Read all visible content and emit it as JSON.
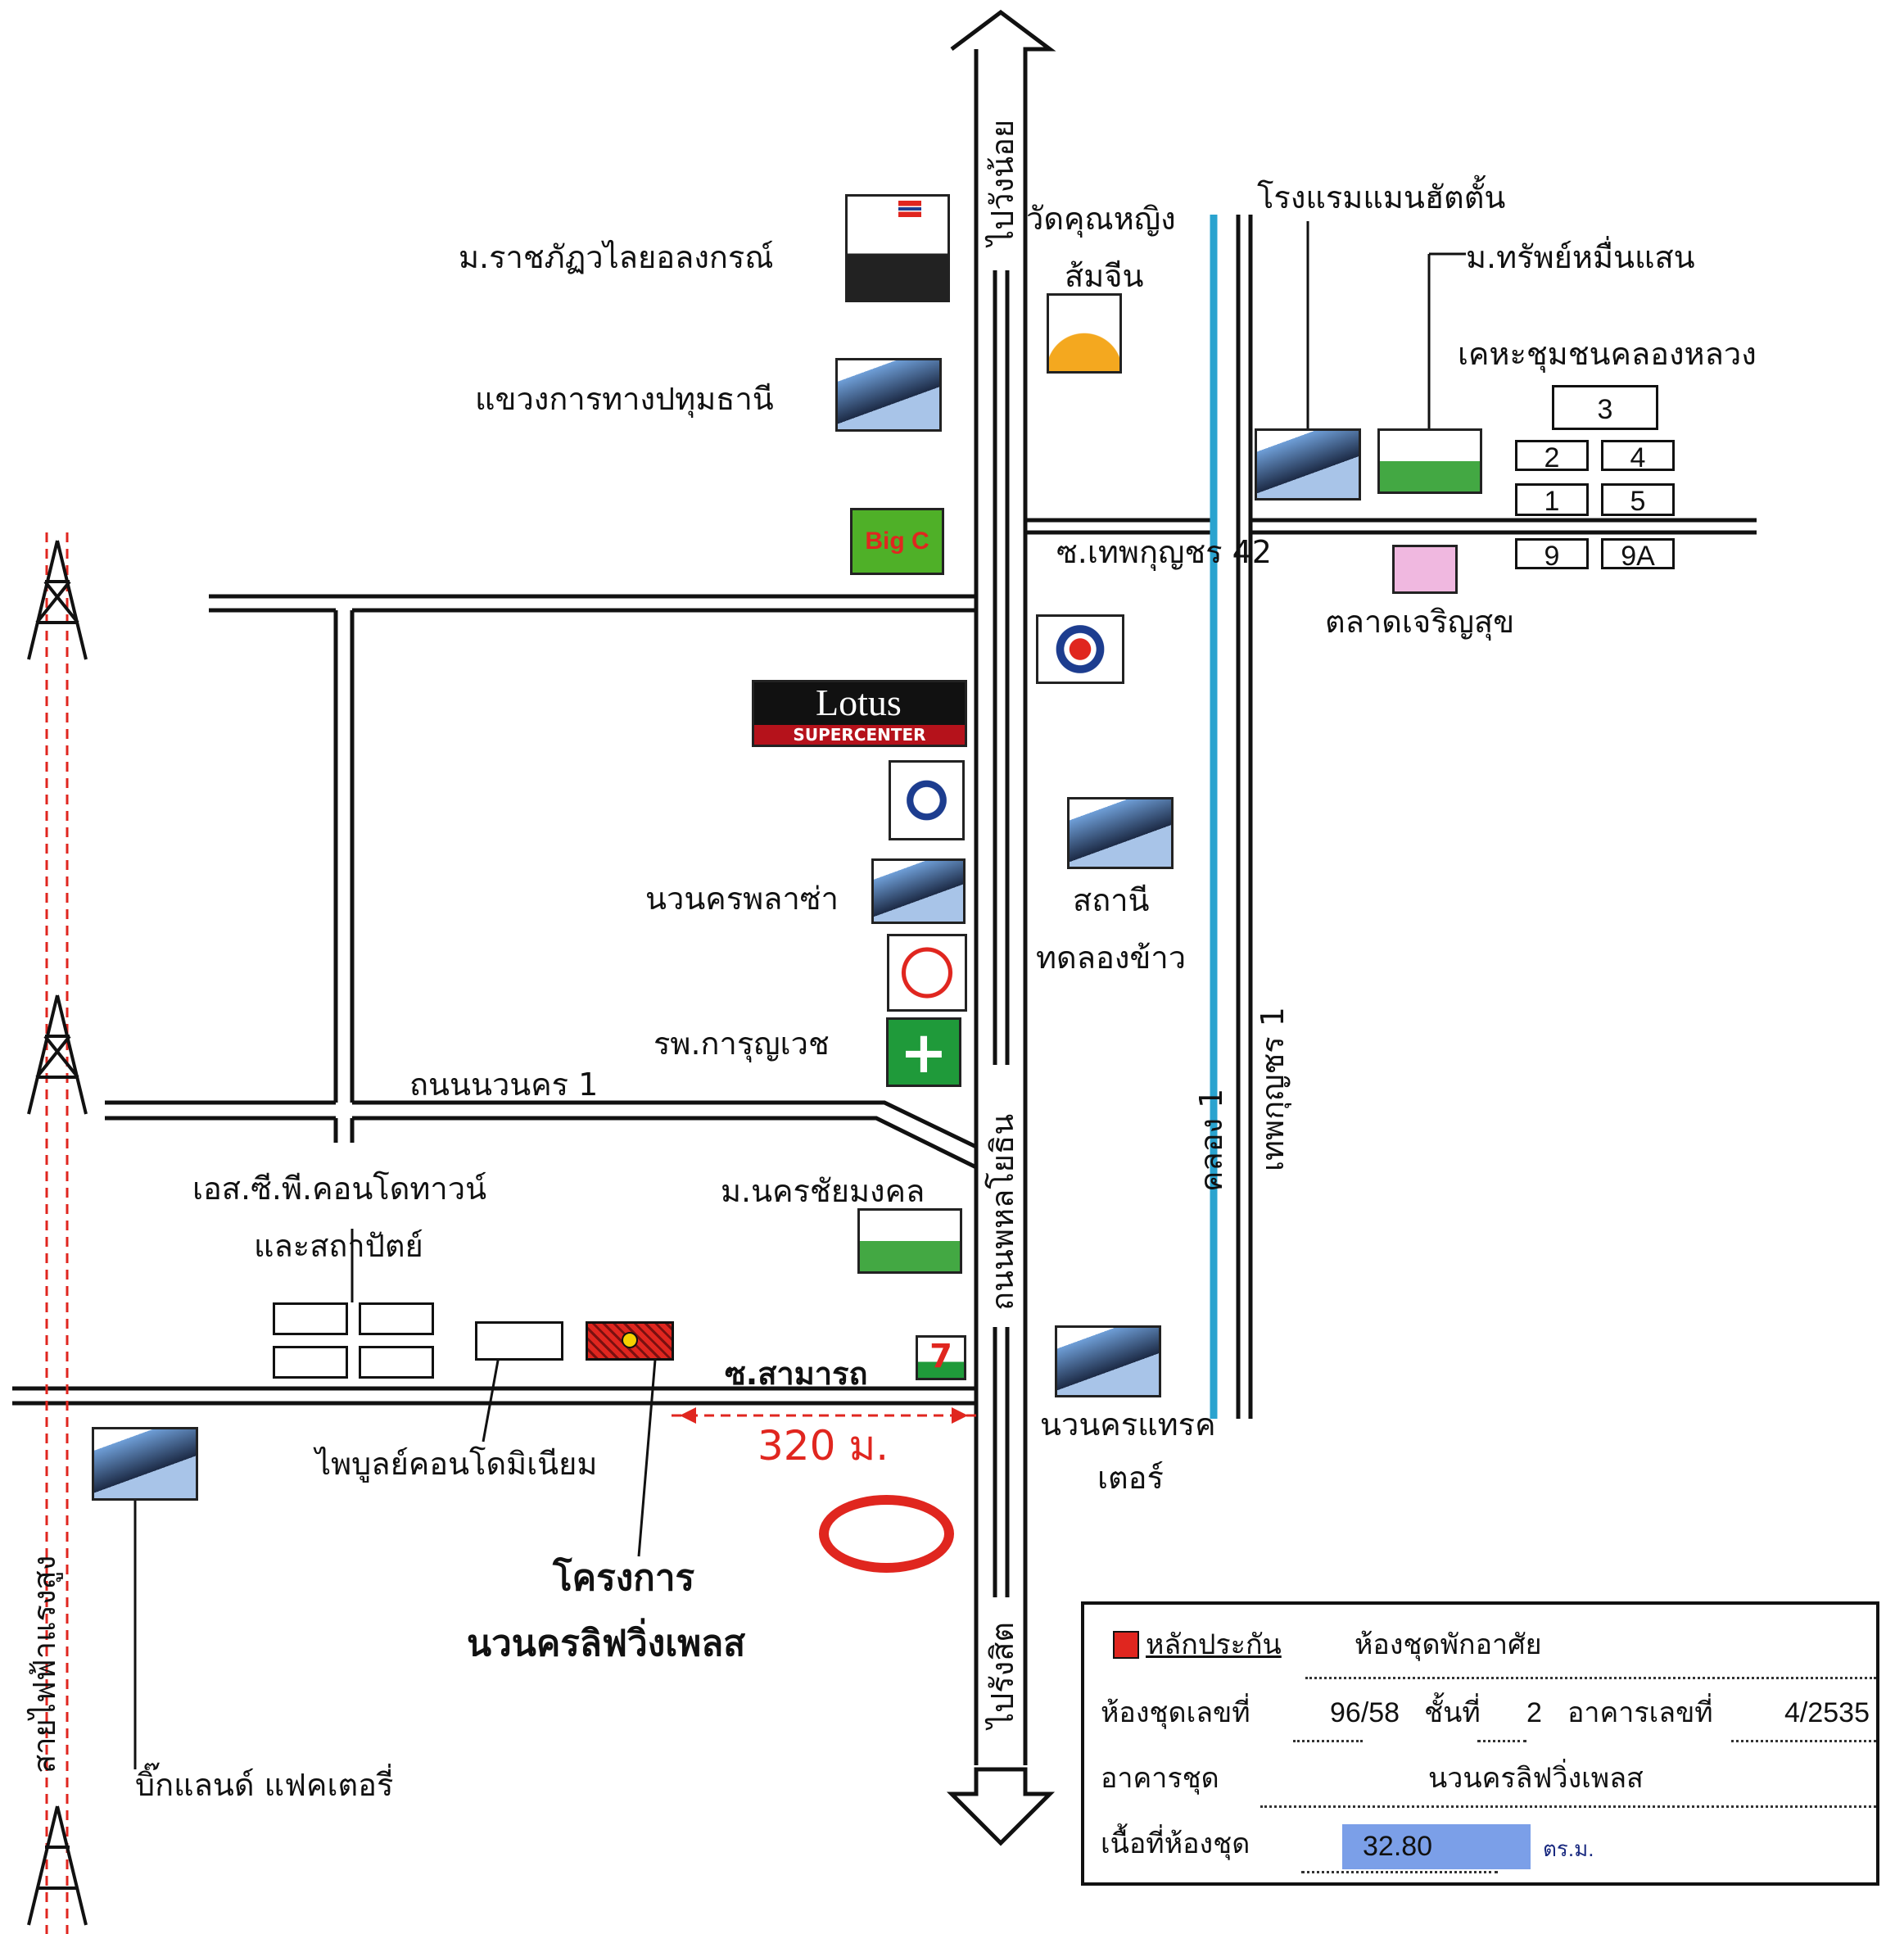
{
  "roads": {
    "main_road": "ถนนพหลโยธิน",
    "to_wangnoi": "ไปวังน้อย",
    "to_rangsit": "ไปรังสิต",
    "soi_thepkunchorn_42": "ซ.เทพกุญชร 42",
    "thepkunchorn_1": "เทพกุญชร 1",
    "canal_1": "คลอง 1",
    "nawanakorn_1": "ถนนนวนคร 1",
    "soi_samarn": "ซ.สามารถ",
    "power_line": "สายไฟฟ้าแรงสูง"
  },
  "places": {
    "rajabhat": "ม.ราชภัฏวไลยอลงกรณ์",
    "highway_office": "แขวงการทางปทุมธานี",
    "wat_line1": "วัดคุณหญิง",
    "wat_line2": "ส้มจีน",
    "hotel": "โรงแรมแมนฮัตตั้น",
    "village_sap": "ม.ทรัพย์หมื่นแสน",
    "kheha": "เคหะชุมชนคลองหลวง",
    "market": "ตลาดเจริญสุข",
    "lotus_name": "Lotus",
    "lotus_sub": "SUPERCENTER",
    "bigc": "Big C",
    "nava_plaza": "นวนครพลาซ่า",
    "rice_line1": "สถานี",
    "rice_line2": "ทดลองข้าว",
    "hospital": "รพ.การุญเวช",
    "scp_line1": "เอส.ซี.พี.คอนโดทาวน์",
    "scp_line2": "และสถาปัตย์",
    "village_nakorn": "ม.นครชัยมงคล",
    "seven": "7",
    "phaiboon": "ไพบูลย์คอนโดมิเนียม",
    "trade_line1": "นวนครแทรค",
    "trade_line2": "เตอร์",
    "distance": "320 ม.",
    "project_line1": "โครงการ",
    "project_line2": "นวนครลิฟวิ่งเพลส",
    "bigland": "บิ๊กแลนด์ แฟคเตอรี่"
  },
  "kheha_blocks": [
    "3",
    "2",
    "4",
    "1",
    "5",
    "9",
    "9A"
  ],
  "info": {
    "collateral_label": "หลักประกัน",
    "collateral_type": "ห้องชุดพักอาศัย",
    "unit_no_label": "ห้องชุดเลขที่",
    "unit_no": "96/58",
    "floor_label": "ชั้นที่",
    "floor": "2",
    "building_no_label": "อาคารเลขที่",
    "building_no": "4/2535",
    "condo_label": "อาคารชุด",
    "condo_name": "นวนครลิฟวิ่งเพลส",
    "area_label": "เนื้อที่ห้องชุด",
    "area": "32.80",
    "area_unit": "ตร.ม."
  },
  "colors": {
    "canal": "#2aa3cf",
    "project": "#e0261f",
    "power": "#e0261f",
    "distance": "#e0261f"
  }
}
